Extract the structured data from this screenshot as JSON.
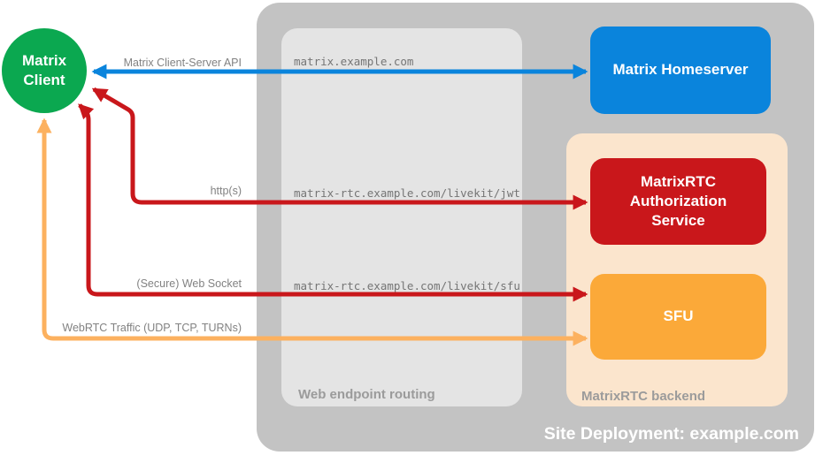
{
  "client": {
    "label": "Matrix Client",
    "color": "#0ba850"
  },
  "deployment": {
    "label": "Site Deployment: example.com",
    "color": "#c3c3c3",
    "routing": {
      "label": "Web endpoint routing",
      "color": "#e4e4e4",
      "endpoints": [
        "matrix.example.com",
        "matrix-rtc.example.com/livekit/jwt",
        "matrix-rtc.example.com/livekit/sfu"
      ]
    },
    "homeserver": {
      "label": "Matrix Homeserver",
      "color": "#0a84dc"
    },
    "backend": {
      "label": "MatrixRTC backend",
      "color": "#fbe5cd",
      "auth_service": {
        "label": "MatrixRTC Authorization Service",
        "color": "#c9171b"
      },
      "sfu": {
        "label": "SFU",
        "color": "#fba939"
      }
    }
  },
  "connections": [
    {
      "label": "Matrix Client-Server API",
      "color": "#0a84dc",
      "from": "Matrix Client",
      "to": "Matrix Homeserver",
      "via": "matrix.example.com",
      "bidirectional": true
    },
    {
      "label": "http(s)",
      "color": "#c9171b",
      "from": "Matrix Client",
      "to": "MatrixRTC Authorization Service",
      "via": "matrix-rtc.example.com/livekit/jwt",
      "bidirectional": true
    },
    {
      "label": "(Secure) Web Socket",
      "color": "#c9171b",
      "from": "Matrix Client",
      "to": "SFU",
      "via": "matrix-rtc.example.com/livekit/sfu",
      "bidirectional": true
    },
    {
      "label": "WebRTC Traffic (UDP, TCP, TURNs)",
      "color": "#fcb15f",
      "from": "Matrix Client",
      "to": "SFU",
      "bidirectional": true
    }
  ]
}
